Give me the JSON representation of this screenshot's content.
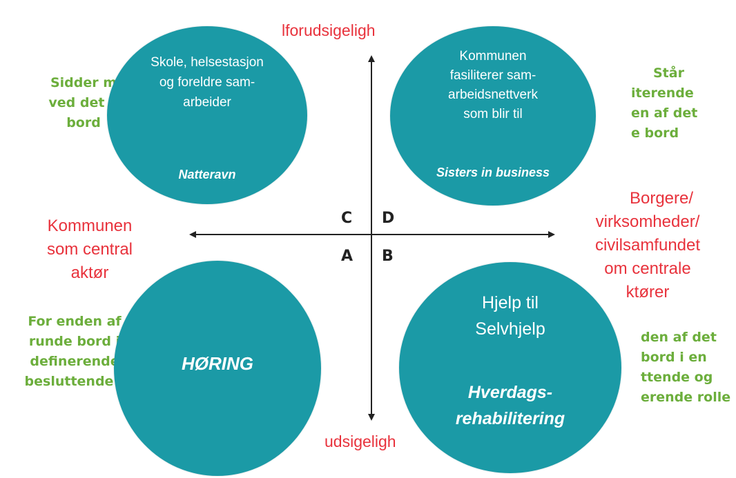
{
  "top_label": "lforudsigeligh",
  "bottom_label": "udsigeligh",
  "left_label": [
    "Kommunen",
    "som central",
    "aktør"
  ],
  "right_label": [
    "Borgere/",
    "virksomheder/",
    "civilsamfundet",
    "om centrale",
    "ktører"
  ],
  "left_top_green": [
    "Sidder m",
    "ved det n",
    "bord"
  ],
  "left_bottom_green": [
    "For enden af",
    "runde bord i",
    "definerende",
    "besluttende r"
  ],
  "right_top_green": [
    "Står",
    "iterende",
    "en af det",
    "e bord"
  ],
  "right_bottom_green": [
    "den af det",
    "bord i en",
    "ttende og",
    "erende rolle"
  ],
  "quadrants": {
    "c": "C",
    "d": "D",
    "a": "A",
    "b": "B"
  },
  "circles": {
    "c": {
      "lines": [
        "Skole, helsestasjon",
        "og foreldre sam-",
        "arbeider"
      ],
      "example": "Natteravn"
    },
    "d": {
      "lines": [
        "Kommunen",
        "fasiliterer sam-",
        "arbeidsnettverk",
        "som blir til"
      ],
      "example": "Sisters in business"
    },
    "a": {
      "example": "HØRING"
    },
    "b": {
      "lines": [
        "Hjelp til",
        "Selvhjelp"
      ],
      "example_lines": [
        "Hverdags-",
        "rehabilitering"
      ]
    }
  },
  "colors": {
    "circle": "#1b9aa6",
    "red_text": "#e8323c",
    "green_text": "#6cae3c",
    "axis": "#222222"
  }
}
